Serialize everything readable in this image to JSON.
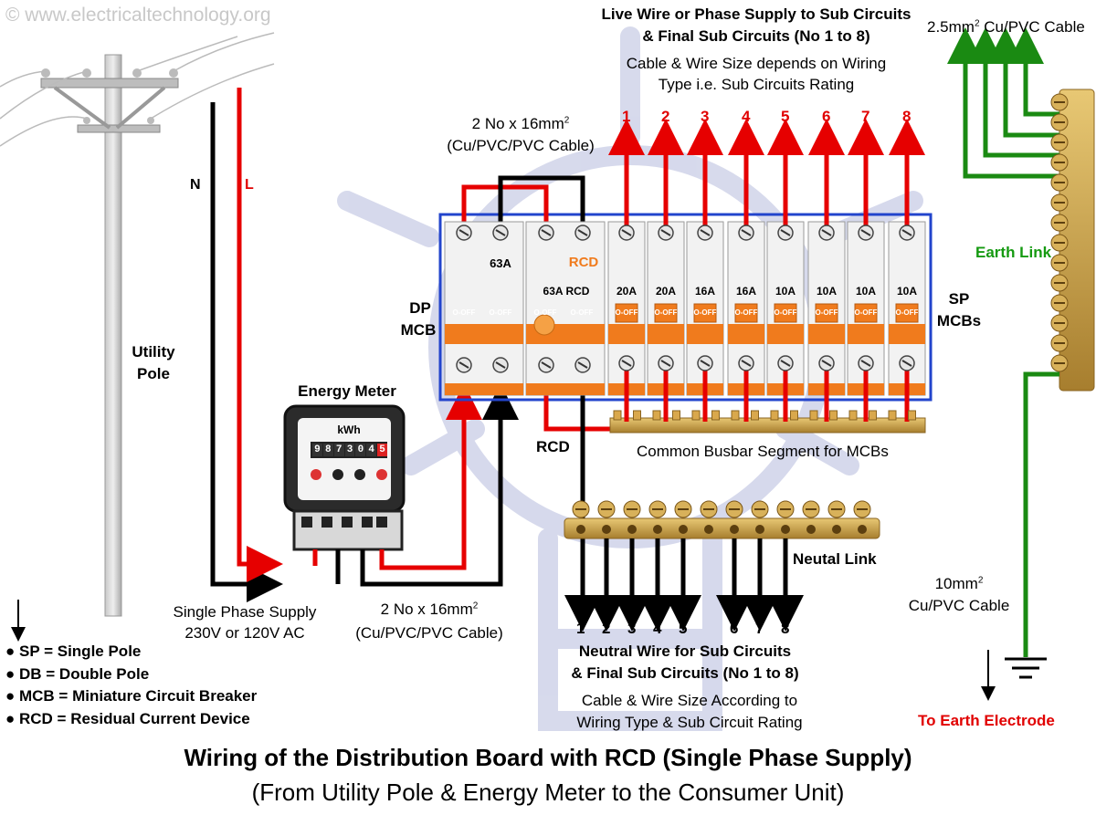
{
  "watermark": "© www.electricaltechnology.org",
  "title": "Wiring of the Distribution Board with RCD (Single Phase Supply)",
  "subtitle": "(From Utility Pole & Energy Meter to the Consumer Unit)",
  "live_heading": {
    "line1": "Live Wire or Phase Supply to Sub Circuits",
    "line2": "& Final Sub Circuits (No 1 to 8)",
    "note1": "Cable & Wire Size depends on Wiring",
    "note2": "Type i.e. Sub Circuits Rating"
  },
  "top_cable": {
    "line1": "2 No x 16mm",
    "sup": "2",
    "line2": "(Cu/PVC/PVC Cable)"
  },
  "earth_cable": {
    "text": "2.5mm",
    "sup": "2",
    "text2": " Cu/PVC Cable"
  },
  "earth_link": "Earth Link",
  "sp_mcbs": {
    "line1": "SP",
    "line2": "MCBs"
  },
  "dp_mcb": {
    "line1": "DP",
    "line2": "MCB"
  },
  "n_label": "N",
  "l_label": "L",
  "utility_pole": {
    "line1": "Utility",
    "line2": "Pole"
  },
  "energy_meter": {
    "title": "Energy Meter",
    "unit": "kWh",
    "reading": [
      "9",
      "8",
      "7",
      "3",
      "0",
      "4",
      "5"
    ]
  },
  "rcd_label": "RCD",
  "busbar_label": "Common Busbar Segment for MCBs",
  "neutral_link": "Neutal Link",
  "supply": {
    "line1": "Single Phase Supply",
    "line2": "230V or 120V AC"
  },
  "meter_cable": {
    "line1": "2 No x 16mm",
    "sup": "2",
    "line2": "(Cu/PVC/PVC Cable)"
  },
  "earth_cable_10": {
    "line1": "10mm",
    "sup": "2",
    "line2": "Cu/PVC Cable"
  },
  "earth_electrode": "To Earth Electrode",
  "neutral_heading": {
    "line1": "Neutral Wire for Sub Circuits",
    "line2": "& Final Sub Circuits (No 1 to 8)",
    "note1": "Cable & Wire Size According to",
    "note2": "Wiring Type & Sub Circuit Rating"
  },
  "legend": [
    "SP = Single Pole",
    "DB = Double Pole",
    "MCB = Miniature Circuit Breaker",
    "RCD = Residual Current Device"
  ],
  "circuits": [
    "1",
    "2",
    "3",
    "4",
    "5",
    "6",
    "7",
    "8"
  ],
  "breakers": {
    "dp": "63A",
    "rcd_top": "RCD",
    "rcd_rating": "63A RCD",
    "sp_ratings": [
      "20A",
      "20A",
      "16A",
      "16A",
      "10A",
      "10A",
      "10A",
      "10A"
    ],
    "off_label": "O-OFF"
  },
  "colors": {
    "live": "#e60000",
    "neutral": "#000000",
    "earth": "#1a8a12",
    "enclosure": "#2244cc",
    "toggle": "#f07b1d",
    "brass": "#c9a24a"
  }
}
